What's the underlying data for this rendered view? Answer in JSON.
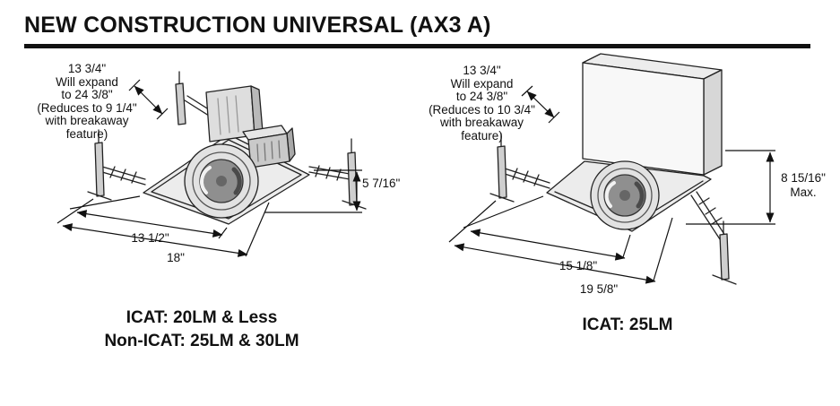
{
  "title": "NEW CONSTRUCTION UNIVERSAL (AX3 A)",
  "figures": {
    "left": {
      "expand_note": [
        "13 3/4\"",
        "Will expand",
        "to 24 3/8\"",
        "(Reduces to 9 1/4\"",
        "with breakaway",
        "feature)"
      ],
      "dims": {
        "height": "5 7/16\"",
        "flange_width": "13 1/2\"",
        "overall_width": "18\""
      },
      "caption": [
        "ICAT: 20LM & Less",
        "Non-ICAT: 25LM & 30LM"
      ]
    },
    "right": {
      "expand_note": [
        "13 3/4\"",
        "Will expand",
        "to 24 3/8\"",
        "(Reduces to 10 3/4\"",
        "with breakaway",
        "feature)"
      ],
      "dims": {
        "height": "8 15/16\"",
        "height_suffix": "Max.",
        "flange_width": "15 1/8\"",
        "overall_width": "19 5/8\""
      },
      "caption": [
        "ICAT: 25LM"
      ]
    }
  },
  "colors": {
    "line": "#111111",
    "pan_fill": "#ececec",
    "metal_fill": "#cfcfcf"
  }
}
